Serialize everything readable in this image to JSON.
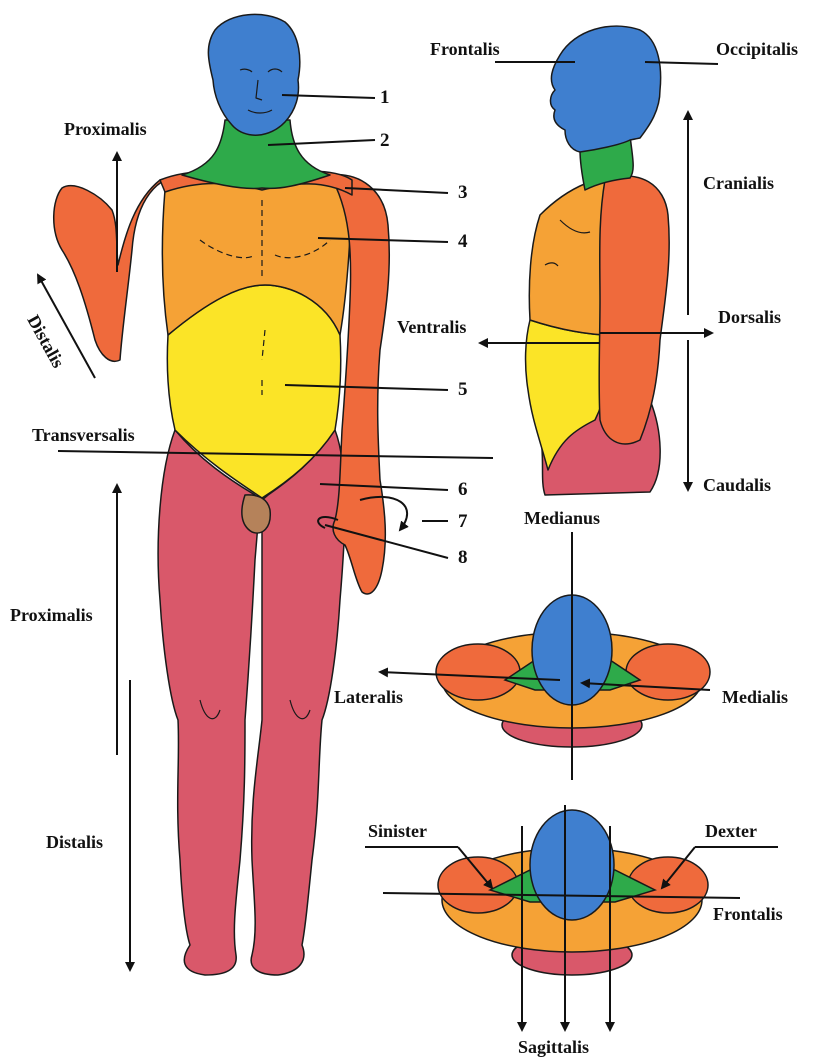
{
  "numbers": [
    "1",
    "2",
    "3",
    "4",
    "5",
    "6",
    "7",
    "8"
  ],
  "front": {
    "proximalis_arm": "Proximalis",
    "distalis_arm": "Distalis",
    "transversalis": "Transversalis",
    "proximalis_leg": "Proximalis",
    "distalis_leg": "Distalis"
  },
  "side": {
    "frontalis": "Frontalis",
    "occipitalis": "Occipitalis",
    "cranialis": "Cranialis",
    "ventralis": "Ventralis",
    "dorsalis": "Dorsalis",
    "caudalis": "Caudalis"
  },
  "top_view": {
    "medianus": "Medianus",
    "lateralis": "Lateralis",
    "medialis": "Medialis"
  },
  "bottom_view": {
    "sinister": "Sinister",
    "dexter": "Dexter",
    "frontalis": "Frontalis",
    "sagittalis": "Sagittalis"
  },
  "colors": {
    "head": "#3f7fcf",
    "neck": "#2eaa4a",
    "shoulder_arm": "#ef6a3c",
    "chest": "#f5a236",
    "abdomen": "#fbe427",
    "leg": "#d9586a",
    "outline": "#1a1a1a"
  }
}
